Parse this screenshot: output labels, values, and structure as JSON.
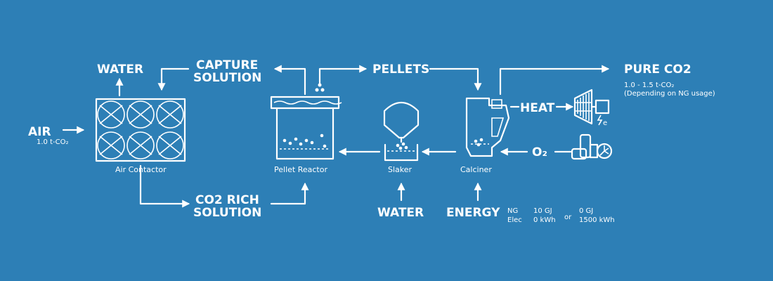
{
  "colors": {
    "background": "#2d7fb6",
    "foreground": "#ffffff"
  },
  "labels": {
    "air": "AIR",
    "air_sub": "1.0 t-CO₂",
    "water_top": "WATER",
    "capture_solution_1": "CAPTURE",
    "capture_solution_2": "SOLUTION",
    "pellets": "PELLETS",
    "pure_co2": "PURE CO2",
    "pure_co2_sub1": "1.0 - 1.5 t-CO₂",
    "pure_co2_sub2": "(Depending on NG usage)",
    "heat": "HEAT",
    "e_symbol": "e",
    "o2": "O₂",
    "air_contactor": "Air Contactor",
    "pellet_reactor": "Pellet Reactor",
    "slaker": "Slaker",
    "calciner": "Calciner",
    "co2_rich_1": "CO2 RICH",
    "co2_rich_2": "SOLUTION",
    "water_bottom": "WATER",
    "energy": "ENERGY"
  },
  "energy_options": {
    "row_labels": [
      "NG",
      "Elec"
    ],
    "option_a": [
      "10 GJ",
      "0 kWh"
    ],
    "separator": "or",
    "option_b": [
      "0 GJ",
      "1500 kWh"
    ]
  },
  "icons": [
    "air-contactor-icon",
    "pellet-reactor-icon",
    "slaker-icon",
    "calciner-icon",
    "turbine-icon",
    "asu-icon"
  ]
}
